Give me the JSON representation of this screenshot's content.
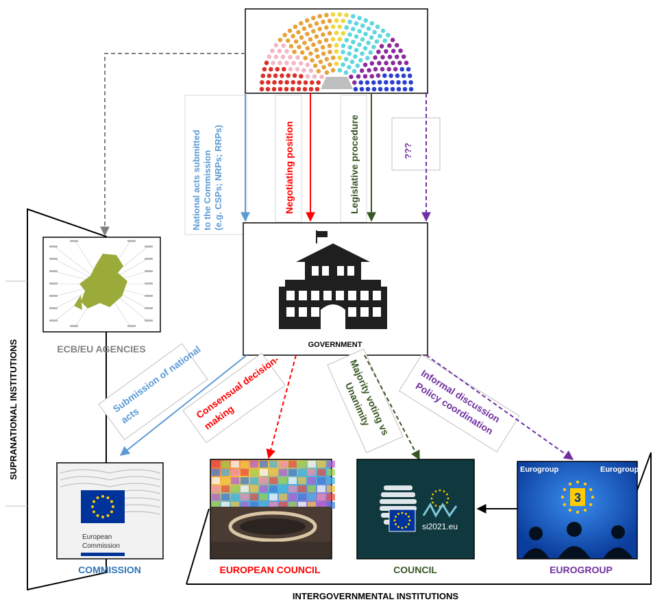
{
  "diagram": {
    "nodes": {
      "government": "GOVERNMENT",
      "agencies": "ECB/EU AGENCIES",
      "commission": "COMMISSION",
      "european_council": "EUROPEAN COUNCIL",
      "council": "COUNCIL",
      "eurogroup": "EUROGROUP"
    },
    "edges": {
      "national_acts": [
        "National acts submitted",
        "to the Commission",
        "(e.g. CSPs; NRPs; RRPs)"
      ],
      "negotiating": "Negotiating position",
      "legislative": "Legislative procedure",
      "unknown": "???",
      "submission": [
        "Submission of national",
        "acts"
      ],
      "consensual": [
        "Consensual decision-",
        "making"
      ],
      "voting": [
        "Majority voting vs",
        "Unanimity"
      ],
      "informal": [
        "Informal discussion",
        "Policy coordination"
      ]
    },
    "groups": {
      "supranational": "SUPRANATIONAL INSTITUTIONS",
      "intergovernmental": "INTERGOVERNMENTAL INSTITUTIONS"
    },
    "images": {
      "commission_logo_text": [
        "European",
        "Commission"
      ],
      "council_logo_text": "si2021.eu",
      "eurogroup_banner": "Eurogroup",
      "eurogroup_number": "3"
    },
    "colors": {
      "blue": "#5b9bd5",
      "red": "#ff0000",
      "green": "#375623",
      "purple": "#7030a0",
      "grey": "#7f7f7f",
      "map_green": "#9aab3a"
    }
  }
}
